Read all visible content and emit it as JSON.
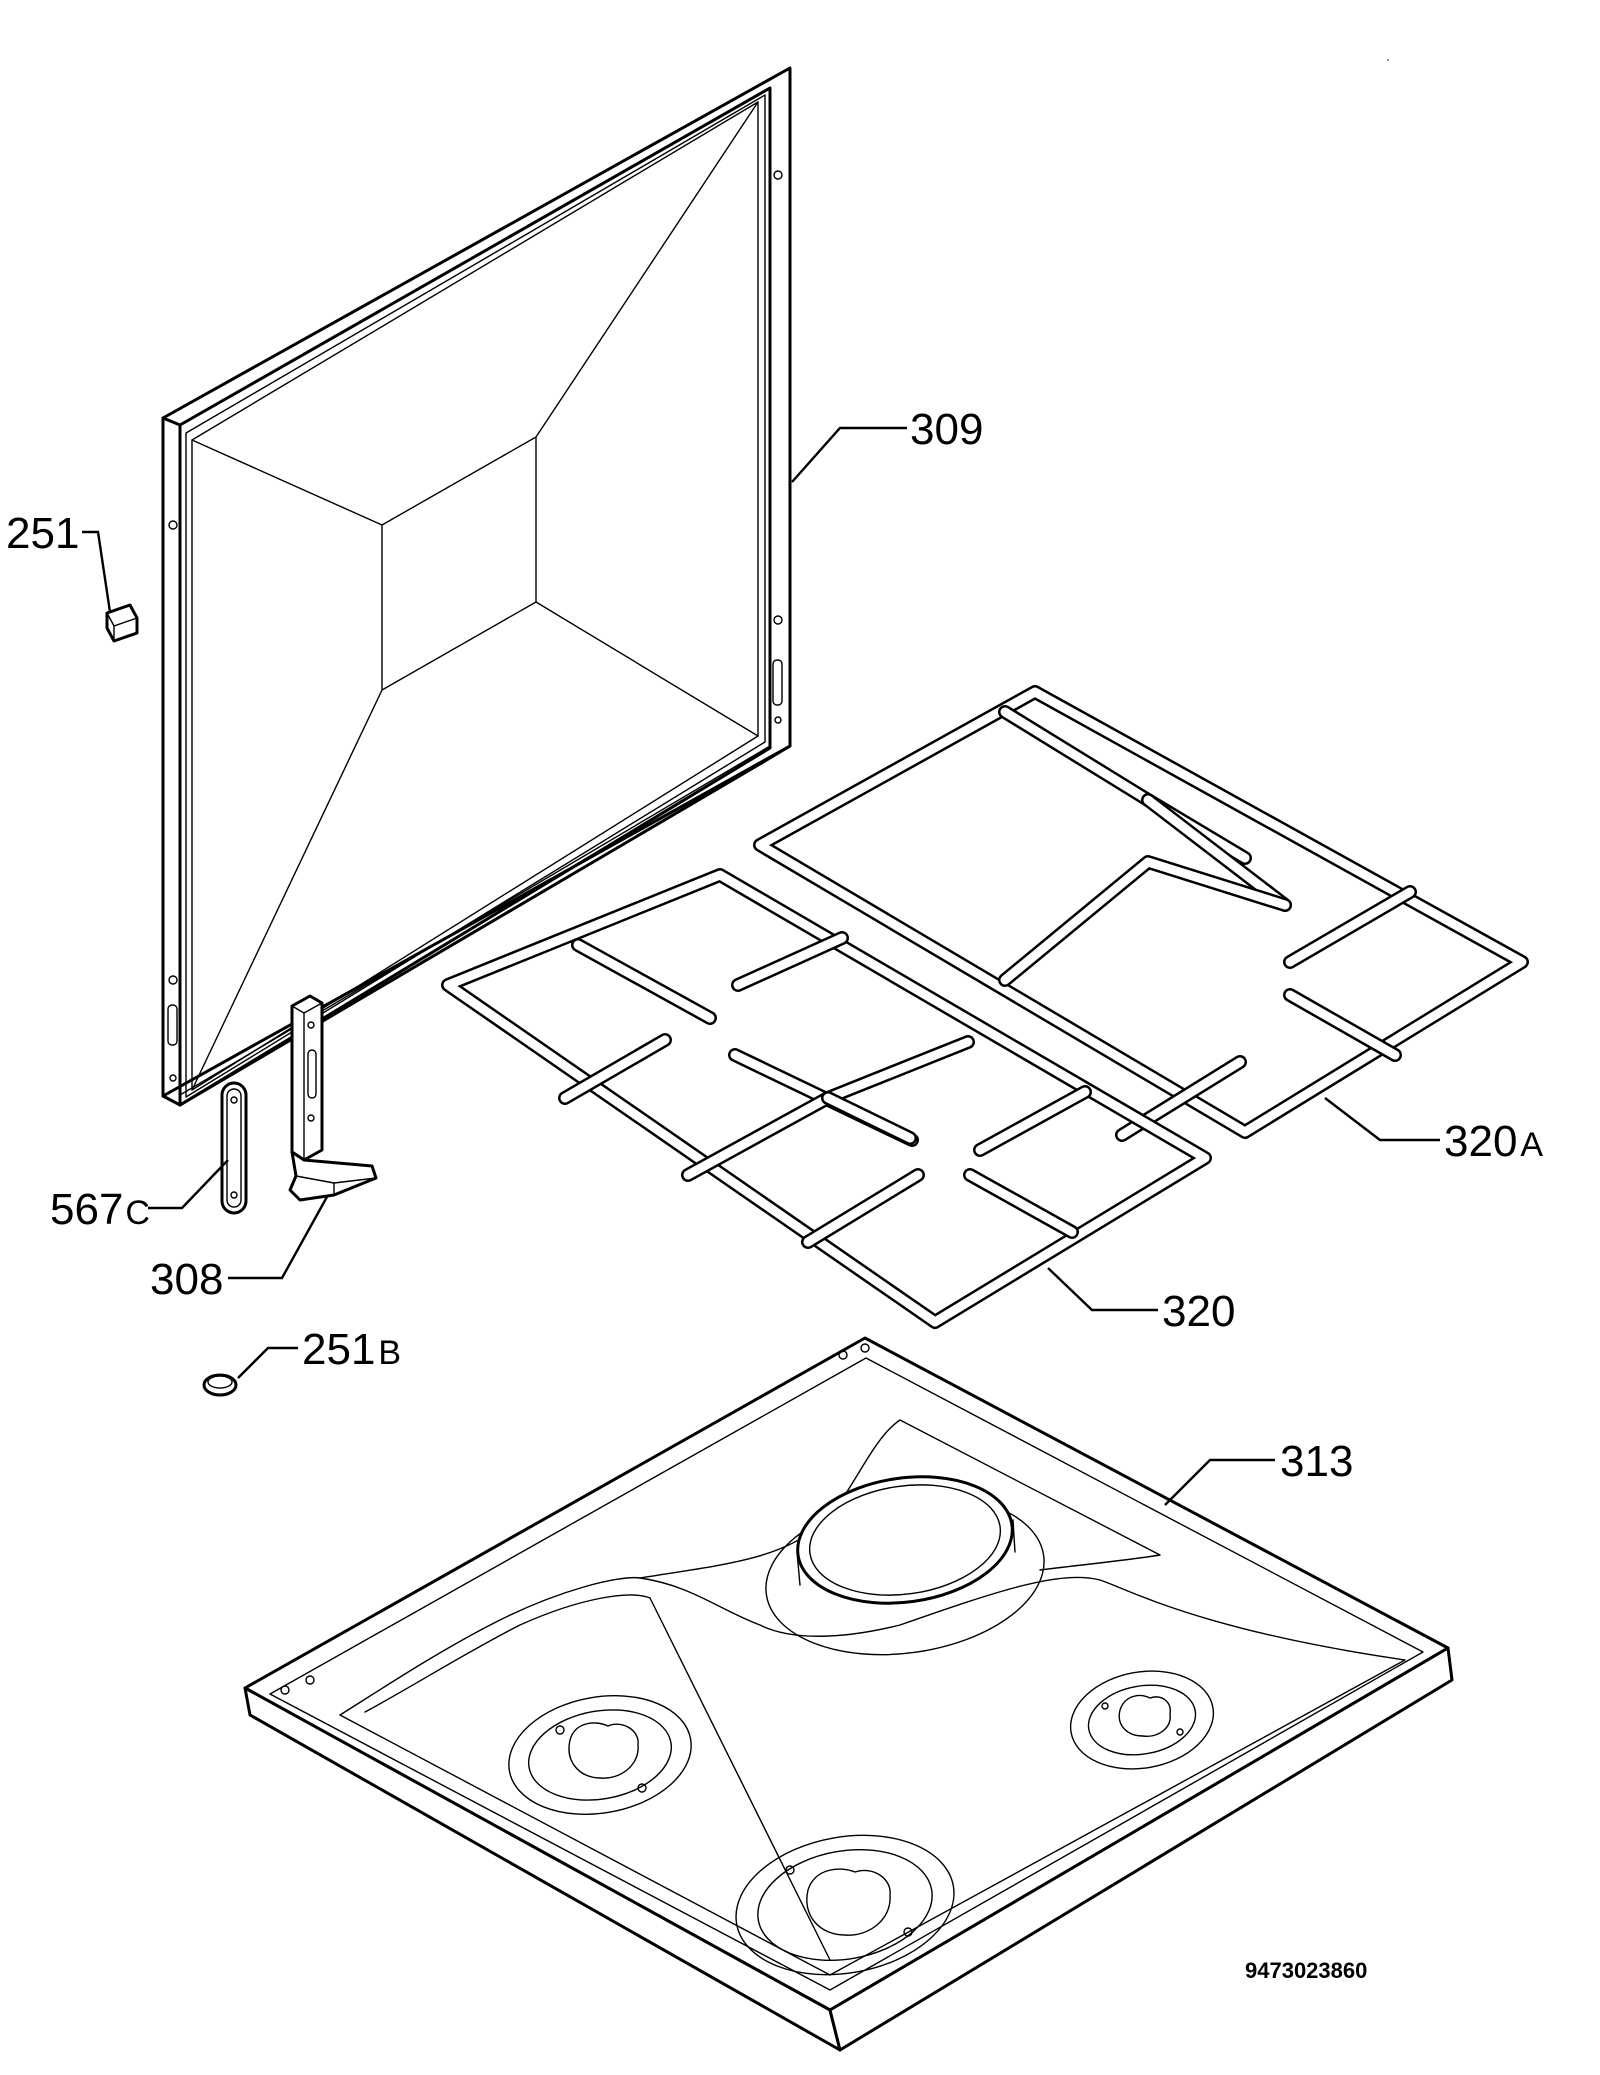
{
  "callouts": {
    "p309": "309",
    "p251": "251",
    "p320A_num": "320",
    "p320A_suffix": "A",
    "p567C_num": "567",
    "p567C_suffix": "C",
    "p308": "308",
    "p320": "320",
    "p251B_num": "251",
    "p251B_suffix": "B",
    "p313": "313"
  },
  "document_number": "9473023860"
}
